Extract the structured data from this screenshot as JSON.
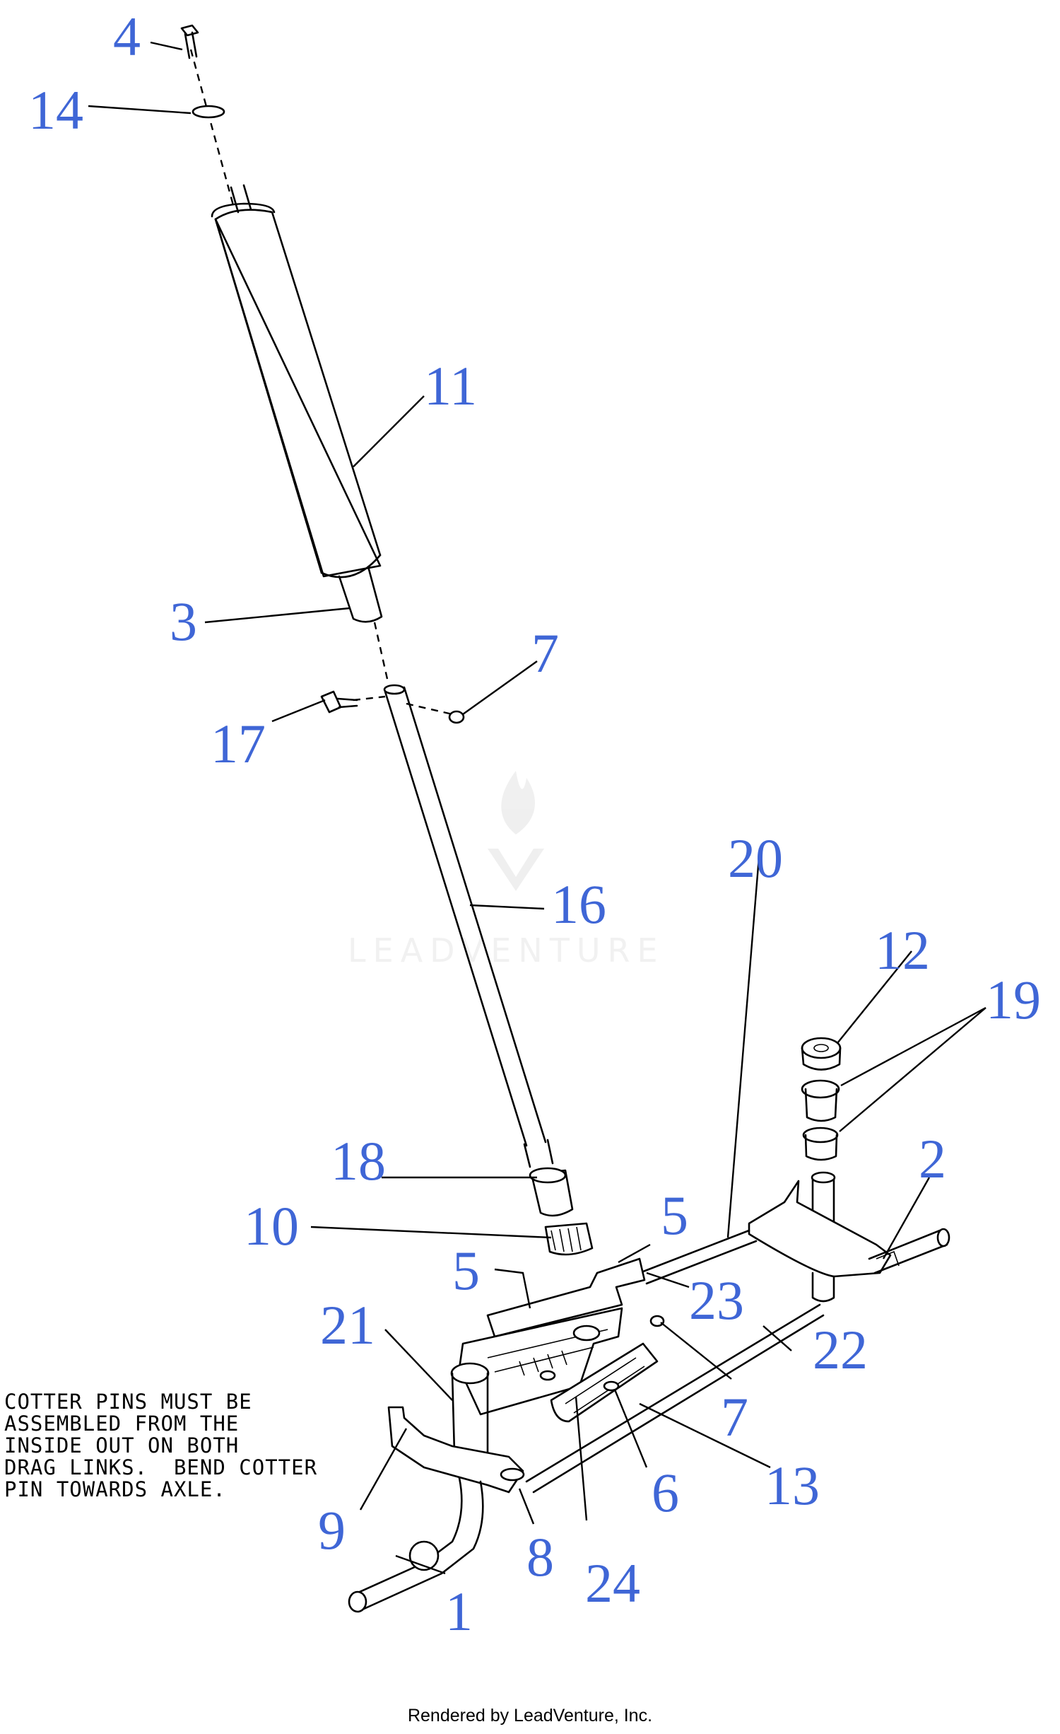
{
  "diagram": {
    "callouts": [
      "1",
      "2",
      "3",
      "4",
      "5",
      "5",
      "6",
      "7",
      "7",
      "8",
      "9",
      "10",
      "11",
      "12",
      "13",
      "14",
      "16",
      "17",
      "18",
      "19",
      "20",
      "21",
      "22",
      "23",
      "24"
    ],
    "note_lines": [
      "COTTER PINS MUST BE",
      "ASSEMBLED FROM THE",
      "INSIDE OUT ON BOTH",
      "DRAG LINKS.  BEND COTTER",
      "PIN TOWARDS AXLE."
    ],
    "watermark": "LEADVENTURE",
    "footer": "Rendered by LeadVenture, Inc.",
    "label_color": "#3f66d6",
    "line_color": "#000000"
  }
}
